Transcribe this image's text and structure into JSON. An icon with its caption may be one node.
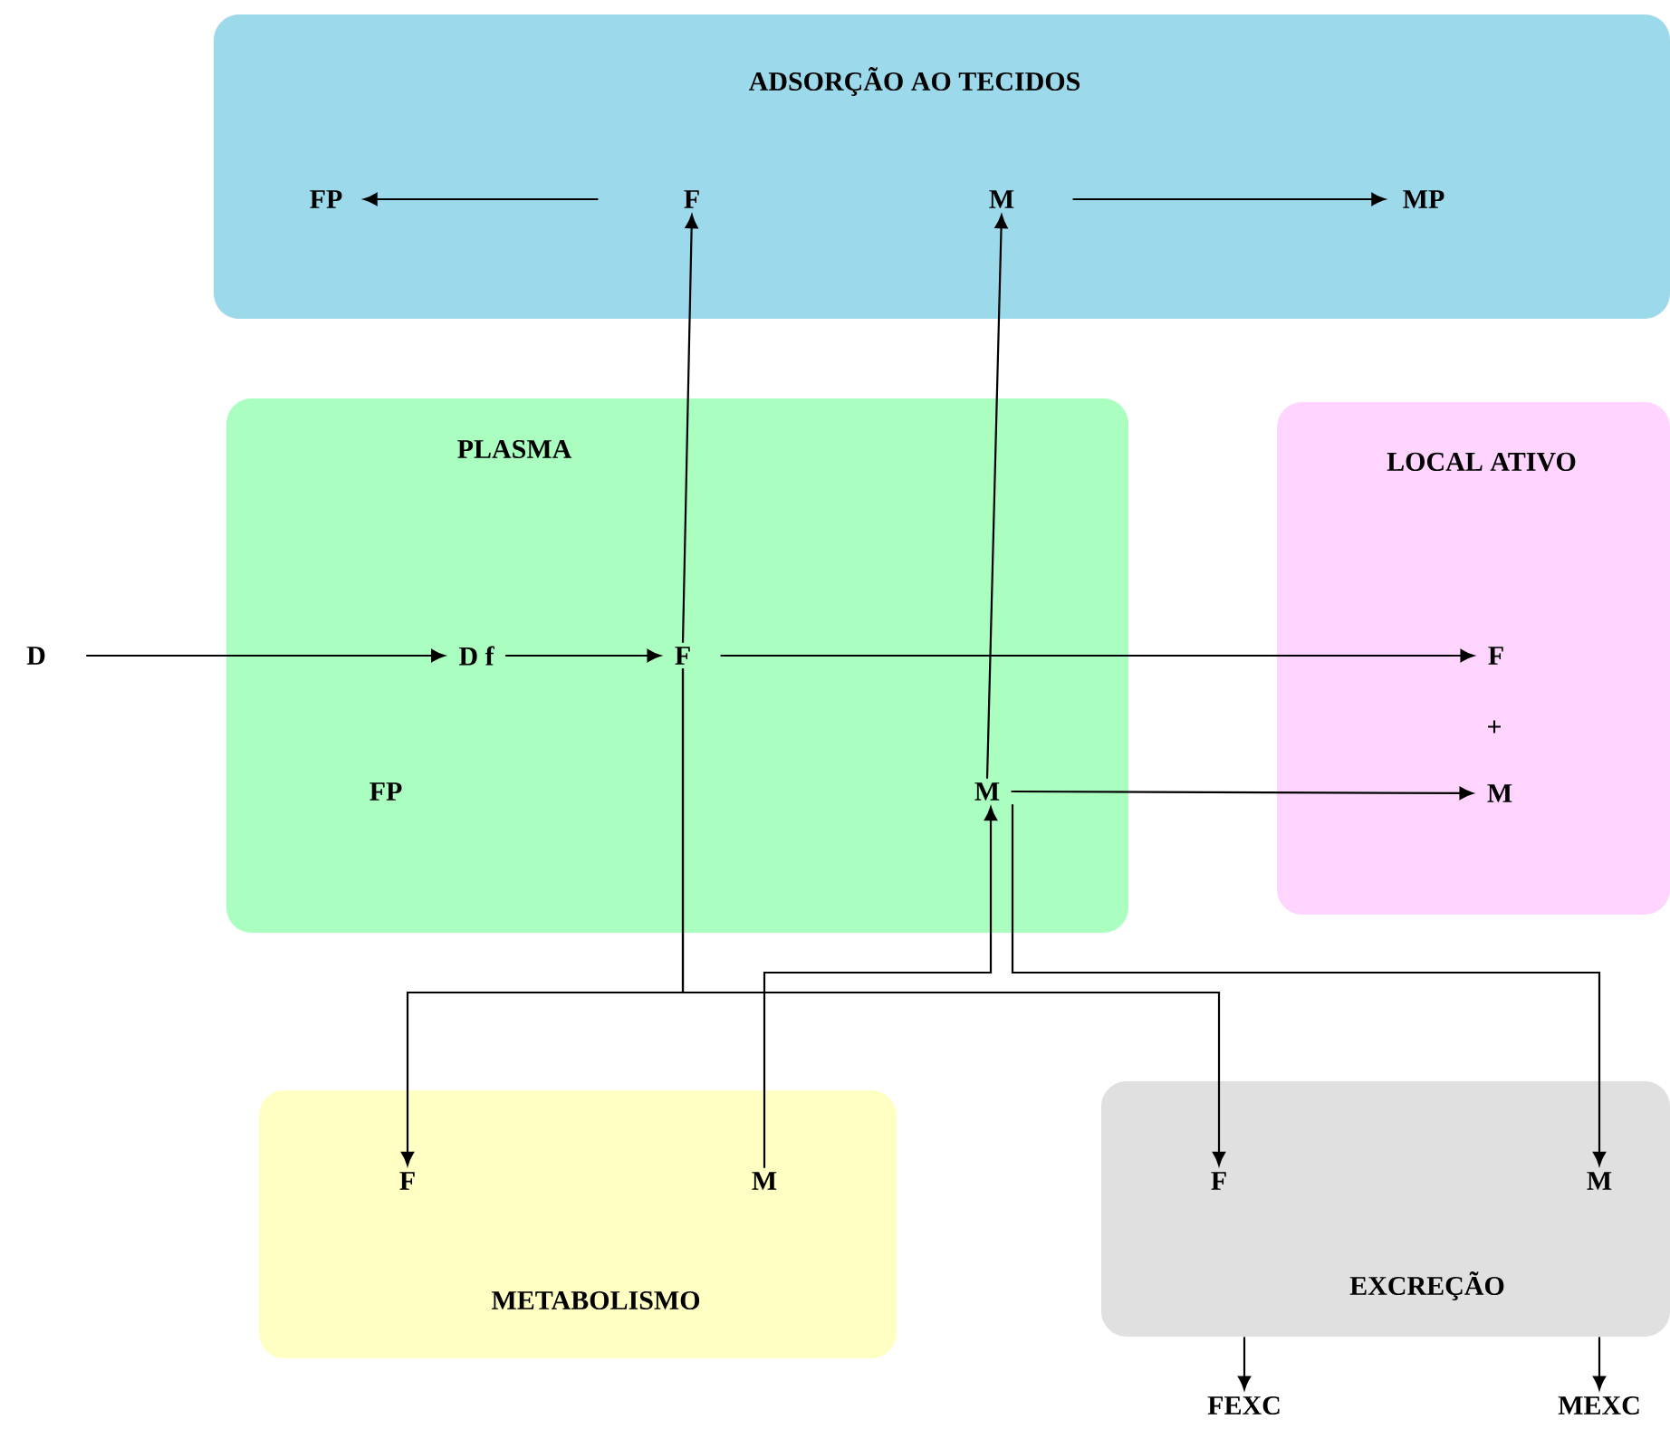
{
  "diagram": {
    "nodes": [
      {
        "text": [
          "ADSORÇÃO AO TECIDOS"
        ]
      },
      {
        "text": [
          "FP"
        ],
        "in": 0
      },
      {
        "text": [
          "F"
        ],
        "in": 0
      },
      {
        "text": [
          "M"
        ],
        "in": 0
      },
      {
        "text": [
          "MP"
        ],
        "in": 0
      },
      {
        "text": [
          "PLASMA"
        ]
      },
      {
        "text": [
          "LOCAL ATIVO"
        ]
      },
      {
        "text": [
          "D"
        ]
      },
      {
        "text": [
          "D f"
        ],
        "in": 5
      },
      {
        "text": [
          "F"
        ],
        "in": 5
      },
      {
        "text": [
          "FP"
        ],
        "in": 5
      },
      {
        "text": [
          "M"
        ],
        "in": 5
      },
      {
        "text": [
          "F"
        ],
        "in": 6
      },
      {
        "text": [
          "M"
        ],
        "in": 6
      },
      {
        "text": [
          "METABOLISMO"
        ]
      },
      {
        "text": [
          "F"
        ],
        "in": 14
      },
      {
        "text": [
          "M"
        ],
        "in": 14
      },
      {
        "text": [
          "EXCREÇÃO"
        ]
      },
      {
        "text": [
          "F"
        ],
        "in": 17
      },
      {
        "text": [
          "M"
        ],
        "in": 17
      },
      {
        "text": [
          "FEXC"
        ]
      },
      {
        "text": [
          "MEXC"
        ]
      }
    ],
    "edges": [
      {
        "from": 2,
        "to": 1,
        "arrow": "to"
      },
      {
        "from": 3,
        "to": 4,
        "arrow": "to"
      },
      {
        "from": 9,
        "to": 2,
        "arrow": "to"
      },
      {
        "from": 11,
        "to": 3,
        "arrow": "to"
      },
      {
        "from": 7,
        "to": 8,
        "arrow": "to"
      },
      {
        "from": 8,
        "to": 9,
        "arrow": "to"
      },
      {
        "from": 9,
        "to": 12,
        "arrow": "to"
      },
      {
        "from": 11,
        "to": 13,
        "arrow": "to"
      },
      {
        "from": 9,
        "to": 15,
        "arrow": "to"
      },
      {
        "from": 9,
        "to": 18,
        "arrow": "to"
      },
      {
        "from": 16,
        "to": 11,
        "arrow": "to"
      },
      {
        "from": 11,
        "to": 19,
        "arrow": "to"
      },
      {
        "from": 17,
        "to": 20,
        "arrow": "to"
      },
      {
        "from": 17,
        "to": 21,
        "arrow": "to"
      }
    ],
    "labels": [
      "+"
    ]
  }
}
